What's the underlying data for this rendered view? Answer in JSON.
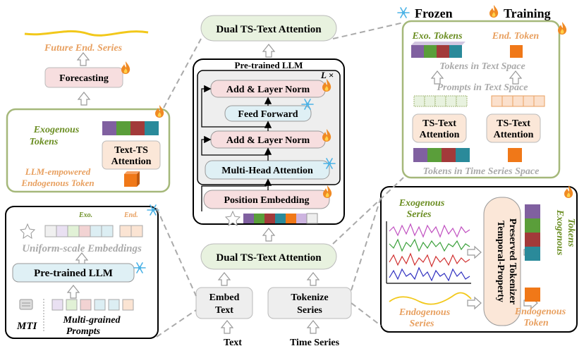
{
  "legend": {
    "frozen": "Frozen",
    "training": "Training"
  },
  "forecast": {
    "series_label": "Future End. Series",
    "module": "Forecasting"
  },
  "exogenous_panel": {
    "tokens_label": [
      "Exogenous",
      "Tokens"
    ],
    "attention": [
      "Text-TS",
      "Attention"
    ],
    "endo_label": [
      "LLM-empowered",
      "Endogenous Token"
    ]
  },
  "mti_panel": {
    "exo_tag": "Exo.",
    "end_tag": "End.",
    "embeddings_label": "Uniform-scale Embeddings",
    "llm_label": "Pre-trained LLM",
    "mti_label": "MTI",
    "prompts_label": [
      "Multi-grained",
      "Prompts"
    ]
  },
  "llm_block": {
    "title": "Pre-trained LLM",
    "repeat": "L ×",
    "add_norm_top": "Add & Layer Norm",
    "feed_forward": "Feed Forward",
    "add_norm_bottom": "Add & Layer Norm",
    "mha": "Multi-Head Attention",
    "position": "Position Embedding"
  },
  "dual_top": "Dual TS-Text Attention",
  "dual_bottom": "Dual TS-Text Attention",
  "embed_text": [
    "Embed",
    "Text"
  ],
  "tokenize_series": [
    "Tokenize",
    "Series"
  ],
  "inputs": {
    "text": "Text",
    "series": "Time Series"
  },
  "dual_detail": {
    "exo_tokens": "Exo. Tokens",
    "end_token": "End. Token",
    "tokens_text_space": "Tokens in Text Space",
    "prompts_text_space": "Prompts in Text Space",
    "attention_left": [
      "TS-Text",
      "Attention"
    ],
    "attention_right": [
      "TS-Text",
      "Attention"
    ],
    "tokens_ts_space": "Tokens in Time Series Space"
  },
  "tokenizer_panel": {
    "exo_series": [
      "Exogenous",
      "Series"
    ],
    "endo_series": [
      "Endogenous",
      "Series"
    ],
    "tokenizer": [
      "Temporal-Property",
      "Preserved Tokenizer"
    ],
    "exo_tokens": [
      "Exogenous",
      "Tokens"
    ],
    "endo_token": [
      "Endogenous",
      "Token"
    ]
  },
  "colors": {
    "frozen": "#4db3e6",
    "training": "#f08a24",
    "pink_box": "#f7dedf",
    "blue_box": "#dff0f5",
    "green_box": "#e8f2df",
    "gray_box": "#eeeeee",
    "olive": "#a5b87a",
    "orange_text": "#e8a060",
    "green_text": "#6b8e23",
    "purple": "#8060a0",
    "green": "#5a9e3a",
    "red": "#a23a3a",
    "teal": "#2a8a9a",
    "orange": "#f07818"
  }
}
